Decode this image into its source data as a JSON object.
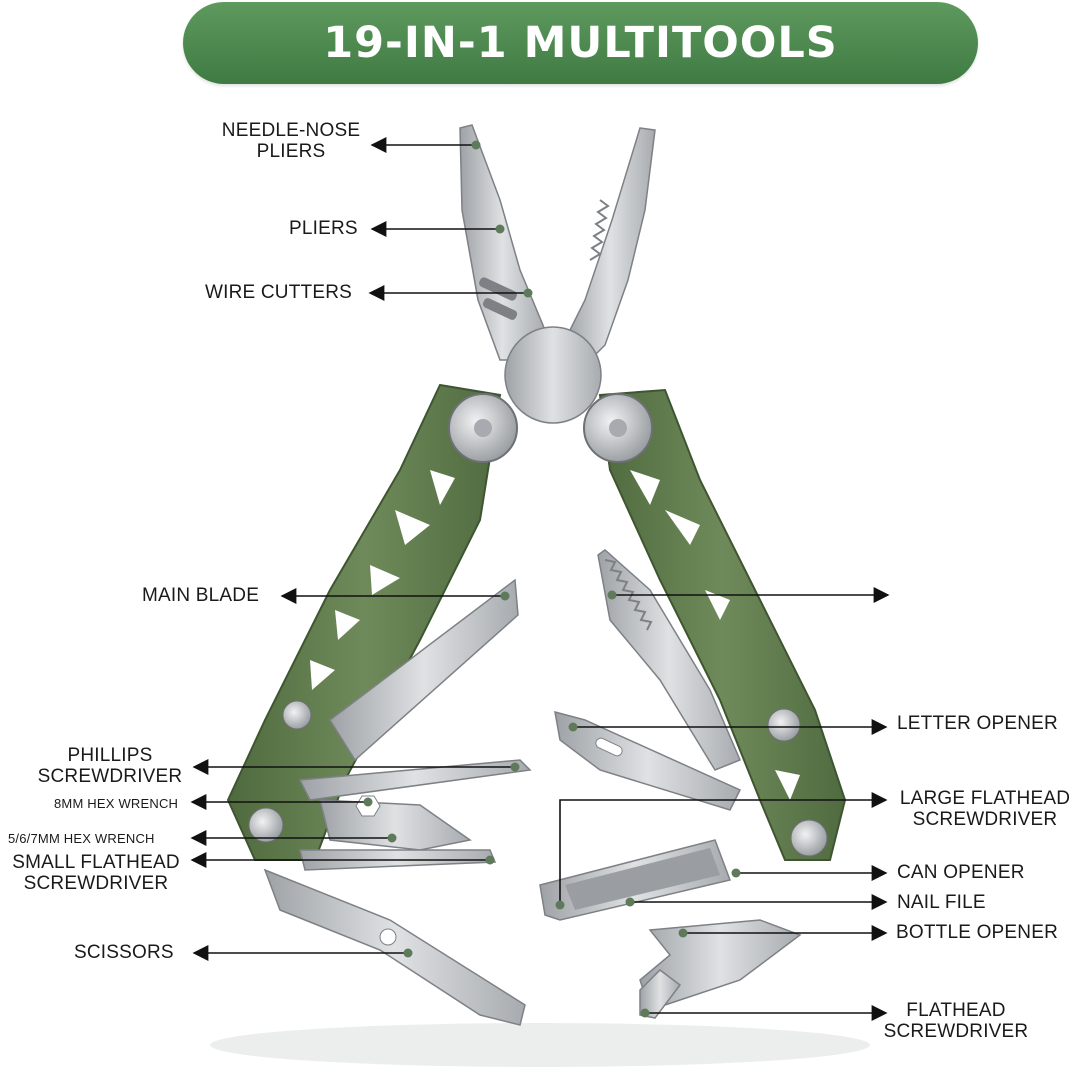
{
  "title": "19-IN-1 MULTITOOLS",
  "colors": {
    "accent": "#4a8a4c",
    "handle": "#5e7a4c",
    "steel": "#c3c6c9",
    "arrow": "#111111",
    "dot": "#5e7a5a"
  },
  "labels": {
    "needle_nose_pliers": "NEEDLE-NOSE\nPLIERS",
    "pliers": "PLIERS",
    "wire_cutters": "WIRE CUTTERS",
    "main_blade": "MAIN BLADE",
    "phillips_screwdriver": "PHILLIPS\nSCREWDRIVER",
    "hex_wrench_8mm": "8MM HEX WRENCH",
    "hex_wrench_567mm": "5/6/7MM HEX WRENCH",
    "small_flathead_screwdriver": "SMALL FLATHEAD\nSCREWDRIVER",
    "scissors": "SCISSORS",
    "letter_opener": "LETTER OPENER",
    "large_flathead_screwdriver": "LARGE FLATHEAD\nSCREWDRIVER",
    "can_opener": "CAN OPENER",
    "nail_file": "NAIL FILE",
    "bottle_opener": "BOTTLE OPENER",
    "flathead_screwdriver": "FLATHEAD\nSCREWDRIVER"
  }
}
